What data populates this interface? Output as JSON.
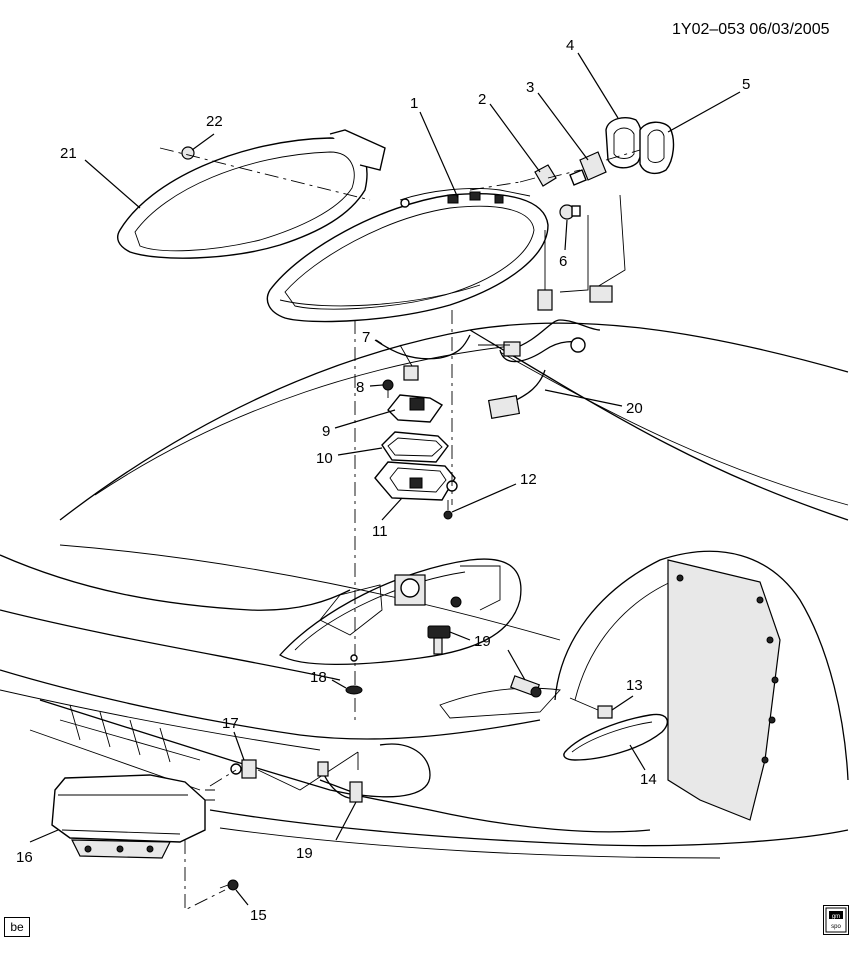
{
  "header": {
    "code": "1Y02–053  06/03/2005"
  },
  "callouts": {
    "c1": "1",
    "c2": "2",
    "c3": "3",
    "c4": "4",
    "c5": "5",
    "c6": "6",
    "c7": "7",
    "c8": "8",
    "c9": "9",
    "c10": "10",
    "c11": "11",
    "c12": "12",
    "c13": "13",
    "c14": "14",
    "c15": "15",
    "c16": "16",
    "c17": "17",
    "c18": "18",
    "c19a": "19",
    "c19b": "19",
    "c20": "20",
    "c21": "21",
    "c22": "22"
  },
  "footer": {
    "tag": "be",
    "logo": "gm spo"
  }
}
